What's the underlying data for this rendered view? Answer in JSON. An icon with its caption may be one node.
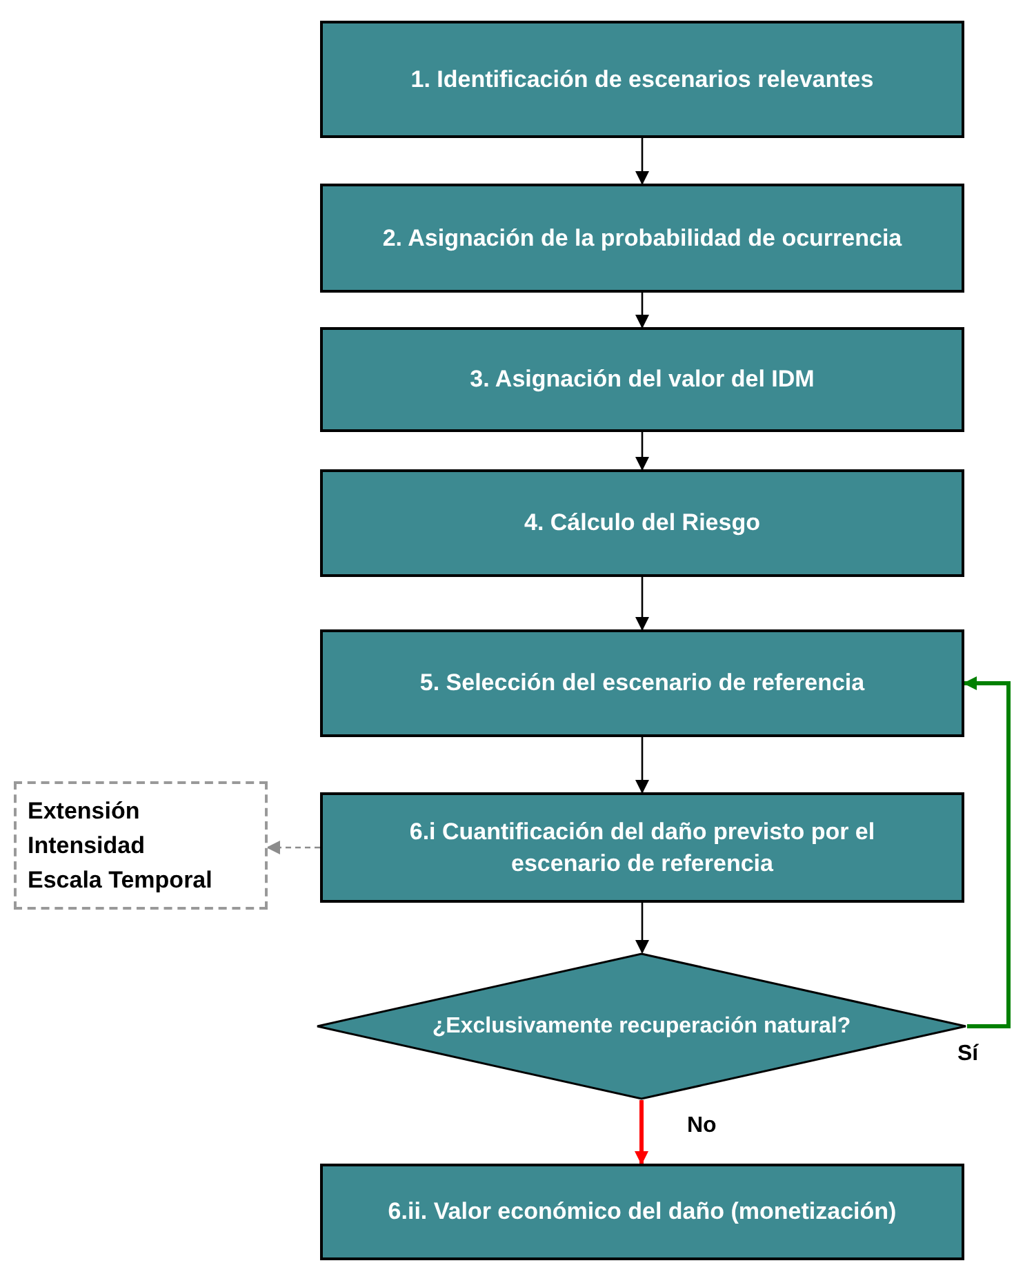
{
  "diagram": {
    "nodes": [
      {
        "text": [
          "1. Identificación de escenarios relevantes"
        ]
      },
      {
        "text": [
          "2. Asignación de la probabilidad de ocurrencia"
        ]
      },
      {
        "text": [
          "3. Asignación del valor del IDM"
        ]
      },
      {
        "text": [
          "4. Cálculo del Riesgo"
        ]
      },
      {
        "text": [
          "5. Selección del escenario de referencia"
        ]
      },
      {
        "text": [
          "6.i Cuantificación del daño previsto por el escenario de referencia"
        ]
      },
      {
        "text": [
          "Extensión",
          "Intensidad",
          "Escala Temporal"
        ]
      },
      {
        "text": [
          "¿Exclusivamente recuperación natural?"
        ]
      },
      {
        "text": [
          "6.ii. Valor económico del daño (monetización)"
        ]
      }
    ],
    "edges": [
      {
        "from": 0,
        "to": 1,
        "arrow": "to"
      },
      {
        "from": 1,
        "to": 2,
        "arrow": "to"
      },
      {
        "from": 2,
        "to": 3,
        "arrow": "to"
      },
      {
        "from": 3,
        "to": 4,
        "arrow": "to"
      },
      {
        "from": 4,
        "to": 5,
        "arrow": "to"
      },
      {
        "from": 5,
        "to": 7,
        "arrow": "to"
      },
      {
        "from": 5,
        "to": 6,
        "arrow": "to",
        "style": "dashed",
        "color": "#8c8c8c"
      },
      {
        "from": 7,
        "to": 8,
        "arrow": "to",
        "label": "No",
        "style": "thick",
        "color": "#ff0000"
      },
      {
        "from": 7,
        "to": 4,
        "arrow": "to",
        "label": "Sí",
        "style": "thick",
        "color": "#008000"
      }
    ]
  }
}
